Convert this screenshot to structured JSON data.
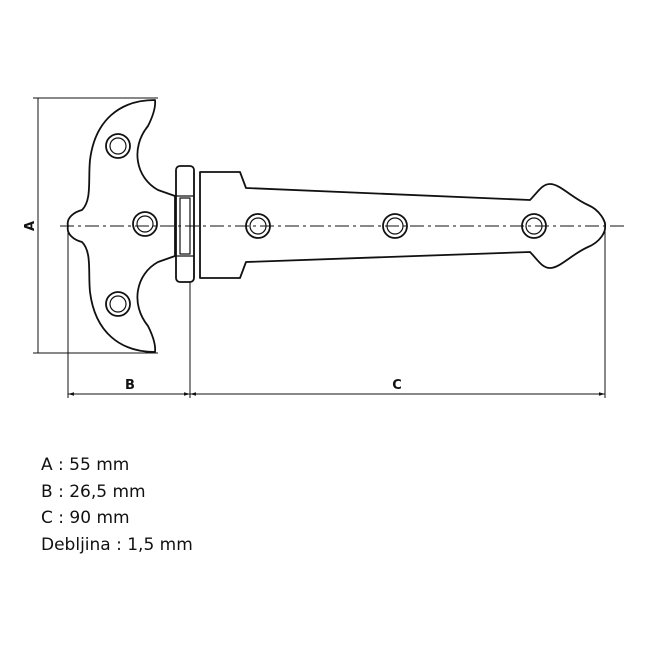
{
  "dimensions": {
    "A": {
      "letter": "A",
      "text": "A : 55 mm"
    },
    "B": {
      "letter": "B",
      "text": "B : 26,5 mm"
    },
    "C": {
      "letter": "C",
      "text": "C : 90 mm"
    },
    "thickness": {
      "text": "Debljina : 1,5 mm"
    }
  },
  "colors": {
    "line": "#111111",
    "background": "#ffffff"
  }
}
